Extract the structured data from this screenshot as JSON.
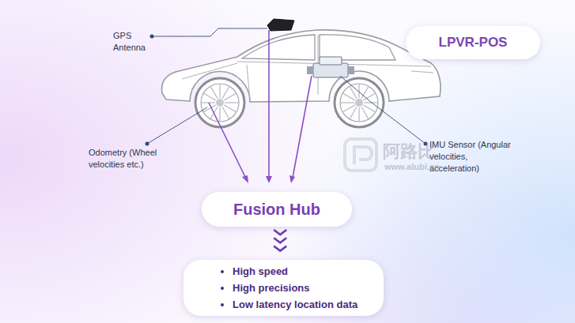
{
  "diagram": {
    "nodes": [
      {
        "text": [
          "LPVR-POS"
        ]
      },
      {
        "text": [
          "Fusion Hub"
        ]
      },
      {
        "text": [
          "High speed",
          "High precisions",
          "Low latency location data"
        ]
      }
    ],
    "edges": [
      {
        "from": 1,
        "to": 2,
        "arrow": "to"
      }
    ],
    "labels": [
      "GPS Antenna",
      "Odometry (Wheel velocities etc.)",
      "IMU Sensor (Angular velocities, acceleration)",
      "阿路比",
      "www.alubi.cn"
    ]
  }
}
